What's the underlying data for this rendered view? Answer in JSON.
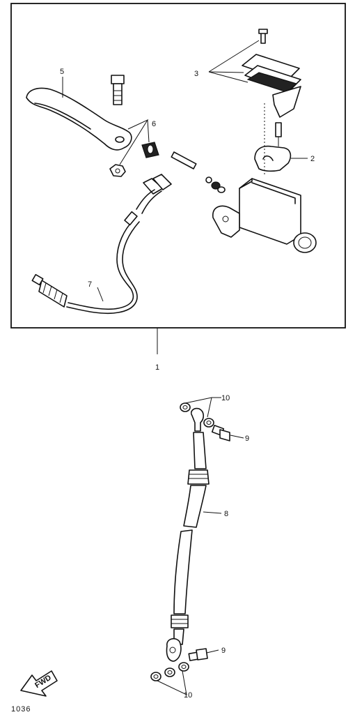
{
  "diagram": {
    "callouts": {
      "assembly": "1",
      "holder": "2",
      "cap_set": "3",
      "lever": "5",
      "bolt_nut": "6",
      "switch": "7",
      "hose": "8",
      "union_bolt_top": "9",
      "union_bolt_bottom": "9",
      "gasket_top": "10",
      "gasket_bottom": "10"
    },
    "direction_arrow": "FWD",
    "corner_mark": "1036"
  }
}
